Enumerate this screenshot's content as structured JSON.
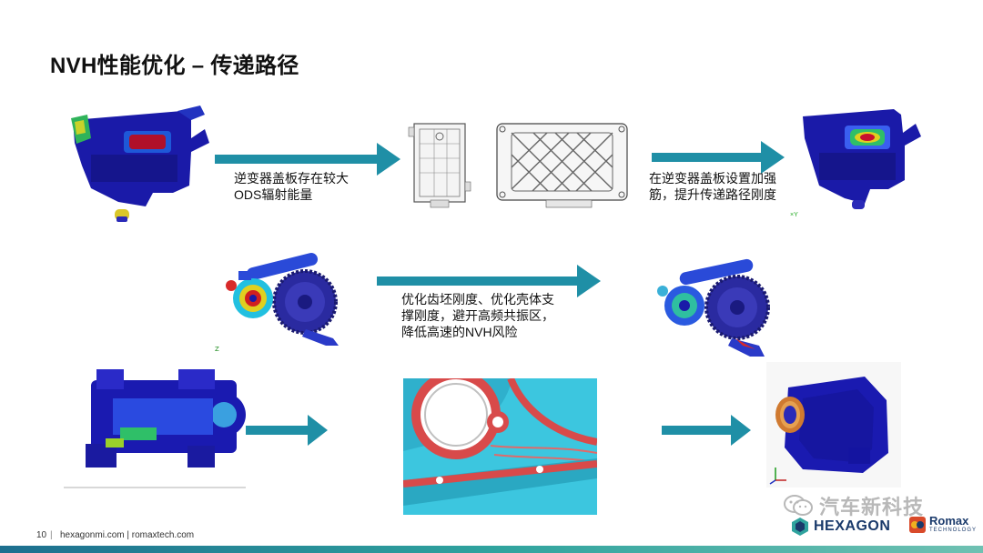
{
  "slide": {
    "title": "NVH性能优化 – 传递路径",
    "page_number": "10",
    "separator": "|",
    "footer_links": "hexagonmi.com | romaxtech.com"
  },
  "captions": {
    "row1_left_line1": "逆变器盖板存在较大",
    "row1_left_line2": "ODS辐射能量",
    "row1_right_line1": "在逆变器盖板设置加强",
    "row1_right_line2": "筋，提升传递路径刚度",
    "row2_line1": "优化齿坯刚度、优化壳体支",
    "row2_line2": "撑刚度，避开高频共振区，",
    "row2_line3": "降低高速的NVH风险"
  },
  "watermark": {
    "text": "汽车新科技",
    "icon": "wechat-icon"
  },
  "logos": {
    "hexagon": "HEXAGON",
    "romax_main": "Romax",
    "romax_sub": "TECHNOLOGY"
  },
  "colors": {
    "arrow": "#1f8fa6",
    "fe_blue": "#1a1aa8",
    "hot_red": "#c8102e",
    "cyan_part": "#3fc6e0",
    "bottom_bar": "#2fa39e"
  }
}
